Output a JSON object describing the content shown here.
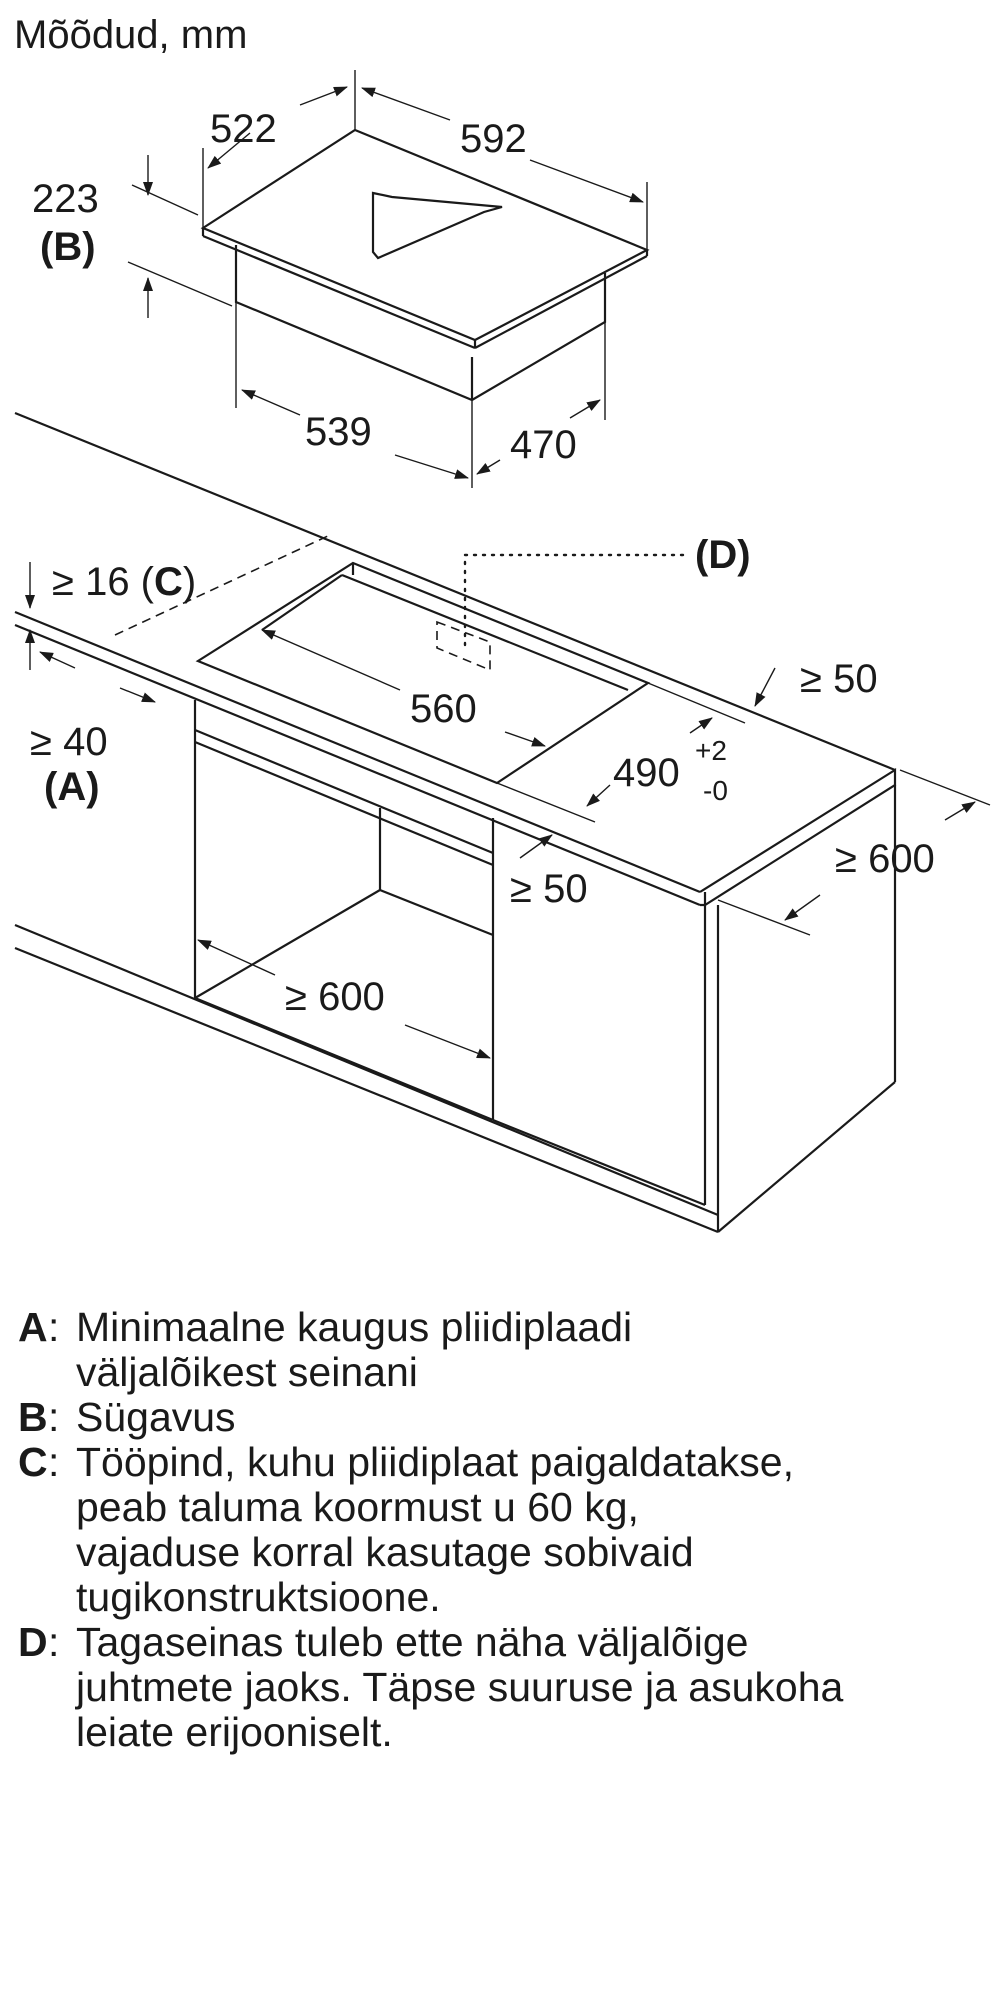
{
  "title": "Mõõdud, mm",
  "dimensions": {
    "hob_width": "522",
    "hob_length": "592",
    "hob_depth": "223",
    "hob_depth_ref": "(B)",
    "body_width": "539",
    "body_length": "470",
    "cutout_length": "560",
    "cutout_depth_base": "490",
    "cutout_depth_tol_plus": "+2",
    "cutout_depth_tol_minus": "-0",
    "worktop_thickness_prefix": "≥ 16 (",
    "worktop_thickness_ref": "C",
    "worktop_thickness_suffix": ")",
    "wall_gap": "≥ 40",
    "wall_gap_ref": "(A)",
    "gap_back": "≥ 50",
    "gap_front": "≥ 50",
    "worktop_depth": "≥ 600",
    "cabinet_width": "≥ 600",
    "cable_opening_ref": "(D)"
  },
  "legend": [
    {
      "key": "A",
      "text": "Minimaalne kaugus pliidiplaadi\nväljalõikest seinani"
    },
    {
      "key": "B",
      "text": "Sügavus"
    },
    {
      "key": "C",
      "text": "Tööpind, kuhu pliidiplaat paigaldatakse,\npeab taluma koormust u 60 kg,\nvajaduse korral kasutage sobivaid\ntugikonstruktsioone."
    },
    {
      "key": "D",
      "text": "Tagaseinas tuleb ette näha väljalõige\njuhtmete jaoks. Täpse suuruse ja asukoha\nleiate erijooniselt."
    }
  ]
}
